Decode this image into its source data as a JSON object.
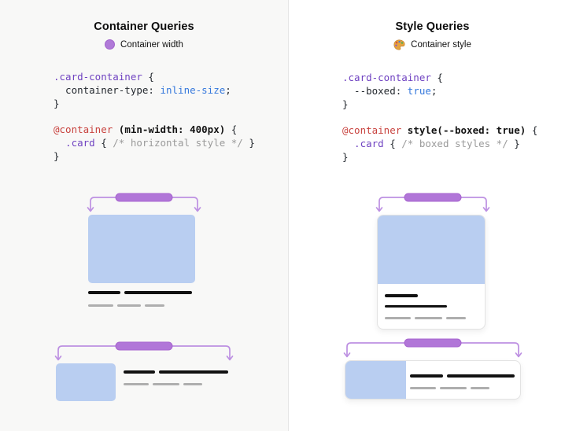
{
  "colors": {
    "accent_purple": "#b07ad8",
    "bracket_purple": "#bd90e2",
    "image_blue": "#b9cef1",
    "bar_black": "#111111",
    "bar_gray": "#aeaeae",
    "code_selector_purple": "#6f42c1",
    "code_at_rule_red": "#c8423e",
    "code_value_blue": "#3578dc",
    "code_comment_gray": "#9a9a9a",
    "left_panel_bg": "#f8f8f7",
    "right_panel_bg": "#ffffff"
  },
  "left": {
    "title": "Container Queries",
    "legend_label": "Container width",
    "legend_icon": "purple-circle",
    "code1": {
      "selector": ".card-container",
      "open": " {",
      "prop": "  container-type:",
      "value": " inline-size",
      "semi": ";",
      "close": "}"
    },
    "code2": {
      "at": "@container",
      "cond": " (min-width: 400px)",
      "open": " {",
      "sel": "  .card",
      "brace": " { ",
      "comment": "/* horizontal style */",
      "endbrace": " }",
      "close": "}"
    }
  },
  "right": {
    "title": "Style Queries",
    "legend_label": "Container style",
    "legend_icon": "palette",
    "code1": {
      "selector": ".card-container",
      "open": " {",
      "prop": "  --boxed:",
      "value": " true",
      "semi": ";",
      "close": "}"
    },
    "code2": {
      "at": "@container",
      "cond": " style(--boxed: true)",
      "open": " {",
      "sel": "  .card",
      "brace": " { ",
      "comment": "/* boxed styles */",
      "endbrace": " }",
      "close": "}"
    }
  }
}
